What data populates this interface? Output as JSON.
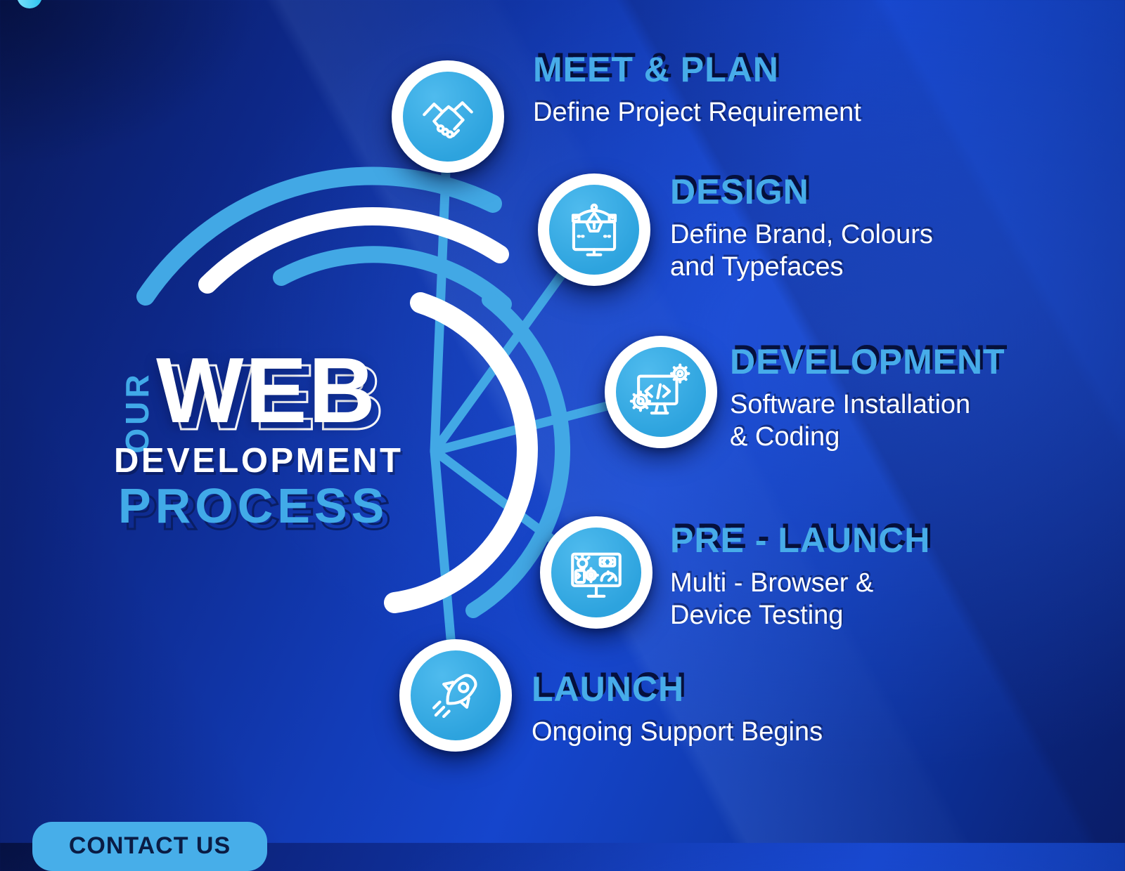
{
  "hero": {
    "kicker": "OUR",
    "line1": "WEB",
    "line2": "DEVELOPMENT",
    "line3": "PROCESS"
  },
  "steps": [
    {
      "id": "meet-plan",
      "title": "MEET & PLAN",
      "icon": "handshake-icon",
      "description": [
        "Define Project Requirement"
      ]
    },
    {
      "id": "design",
      "title": "DESIGN",
      "icon": "pen-tool-monitor-icon",
      "description": [
        "Define Brand, Colours",
        "and Typefaces"
      ]
    },
    {
      "id": "development",
      "title": "DEVELOPMENT",
      "icon": "code-monitor-icon",
      "description": [
        "Software Installation",
        "& Coding"
      ]
    },
    {
      "id": "pre-launch",
      "title": "PRE - LAUNCH",
      "icon": "testing-monitor-icon",
      "description": [
        "Multi - Browser &",
        "Device Testing"
      ]
    },
    {
      "id": "launch",
      "title": "LAUNCH",
      "icon": "rocket-icon",
      "description": [
        "Ongoing Support Begins"
      ]
    }
  ],
  "contact": {
    "label": "CONTACT US"
  },
  "colors": {
    "accent_blue": "#47ACE9",
    "circle_fill": "#35A7DF",
    "background_deep": "#0A1A5C",
    "background_bright": "#1545CC",
    "white": "#FFFFFF",
    "heading_shadow": "#040C30",
    "corner_dot_cyan": "#2CC3EF"
  }
}
